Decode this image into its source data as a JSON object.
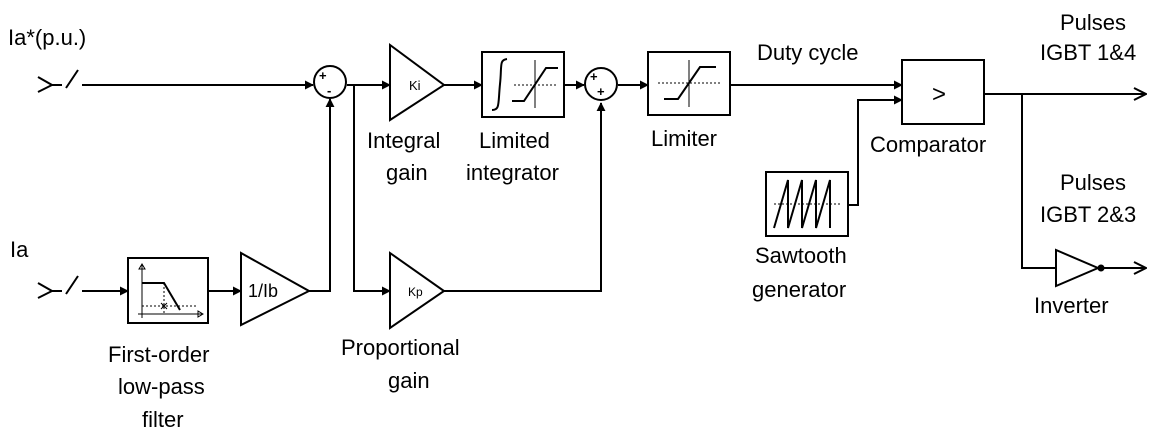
{
  "inputs": {
    "reference": "Ia*(p.u.)",
    "measured": "Ia"
  },
  "blocks": {
    "ki_gain": {
      "symbol": "Ki",
      "label_line1": "Integral",
      "label_line2": "gain"
    },
    "kp_gain": {
      "symbol": "Kp",
      "label_line1": "Proportional",
      "label_line2": "gain"
    },
    "limited_integrator": {
      "label_line1": "Limited",
      "label_line2": "integrator"
    },
    "limiter": {
      "label": "Limiter"
    },
    "lowpass": {
      "label_line1": "First-order",
      "label_line2": "low-pass",
      "label_line3": "filter"
    },
    "base_gain": {
      "symbol": "1/Ib"
    },
    "comparator": {
      "symbol": ">",
      "label": "Comparator"
    },
    "sawtooth": {
      "label_line1": "Sawtooth",
      "label_line2": "generator"
    },
    "inverter": {
      "label": "Inverter"
    }
  },
  "sumjunctions": {
    "error_sum": {
      "plus": "+",
      "minus": "-"
    },
    "pi_sum": {
      "plus_left": "+",
      "plus_bottom": "+"
    }
  },
  "signals": {
    "duty_cycle": "Duty cycle"
  },
  "outputs": {
    "pulses_1": {
      "line1": "Pulses",
      "line2": "IGBT 1&4"
    },
    "pulses_2": {
      "line1": "Pulses",
      "line2": "IGBT 2&3"
    }
  }
}
